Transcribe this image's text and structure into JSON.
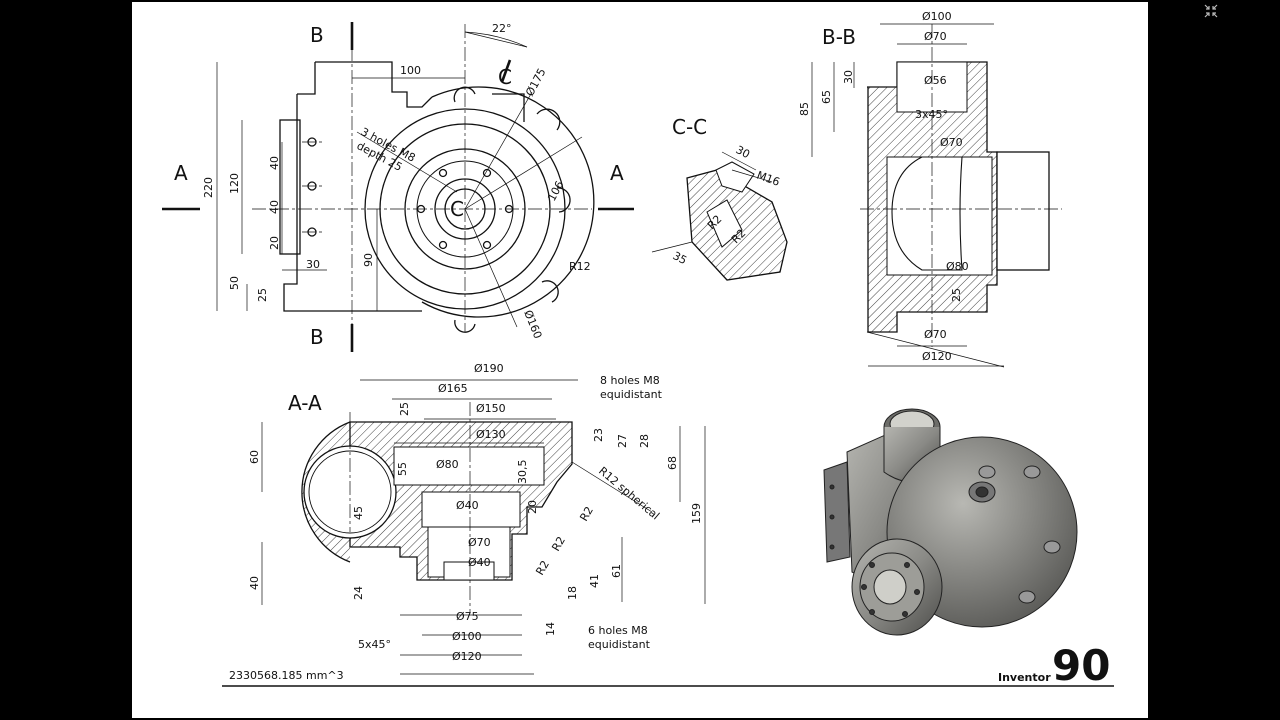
{
  "screen": {
    "expand_icon": "collapse-arrows-icon"
  },
  "views": {
    "front": {
      "section_markers": [
        "B",
        "B",
        "A",
        "A",
        "C"
      ],
      "dims": {
        "angle": "22°",
        "d175": "Ø175",
        "w100": "100",
        "h220": "220",
        "h120": "120",
        "h40a": "40",
        "h40b": "40",
        "h20": "20",
        "w30": "30",
        "h50": "50",
        "h25": "25",
        "h90": "90",
        "r106": "106",
        "r12": "R12",
        "d160": "Ø160"
      },
      "hole_note": [
        "3 holes M8",
        "depth 25"
      ]
    },
    "cc": {
      "title": "C-C",
      "dims": {
        "w30": "30",
        "m16": "M16",
        "r2a": "R2",
        "r2b": "R2",
        "w35": "35"
      }
    },
    "bb": {
      "title": "B-B",
      "dims": {
        "d100": "Ø100",
        "d70top": "Ø70",
        "h30": "30",
        "h85": "85",
        "h65": "65",
        "d56": "Ø56",
        "cham": "3x45°",
        "d70mid": "Ø70",
        "d80": "Ø80",
        "h25": "25",
        "d70bot": "Ø70",
        "d120": "Ø120"
      }
    },
    "aa": {
      "title": "A-A",
      "dims": {
        "d190": "Ø190",
        "d165": "Ø165",
        "h25": "25",
        "d150": "Ø150",
        "d130": "Ø130",
        "h60": "60",
        "h55": "55",
        "d80": "Ø80",
        "h305": "30,5",
        "d40a": "Ø40",
        "h20": "20",
        "h45": "45",
        "d70": "Ø70",
        "d40b": "Ø40",
        "h40": "40",
        "h24": "24",
        "d75": "Ø75",
        "d100": "Ø100",
        "d120": "Ø120",
        "cham": "5x45°",
        "h23": "23",
        "h27": "27",
        "h28": "28",
        "h68": "68",
        "h159": "159",
        "r12sph": "R12 spherical",
        "r2a": "R2",
        "r2b": "R2",
        "r2c": "R2",
        "h61": "61",
        "h41": "41",
        "h18": "18",
        "h14": "14"
      },
      "notes": {
        "top": [
          "8 holes M8",
          "equidistant"
        ],
        "bottom": [
          "6 holes M8",
          "equidistant"
        ]
      }
    }
  },
  "footer": {
    "volume": "2330568.185 mm^3",
    "brand": "Inventor",
    "number": "90"
  },
  "colors": {
    "background": "#000000",
    "paper": "#ffffff",
    "ink": "#111111",
    "model": "#8a8a86"
  }
}
